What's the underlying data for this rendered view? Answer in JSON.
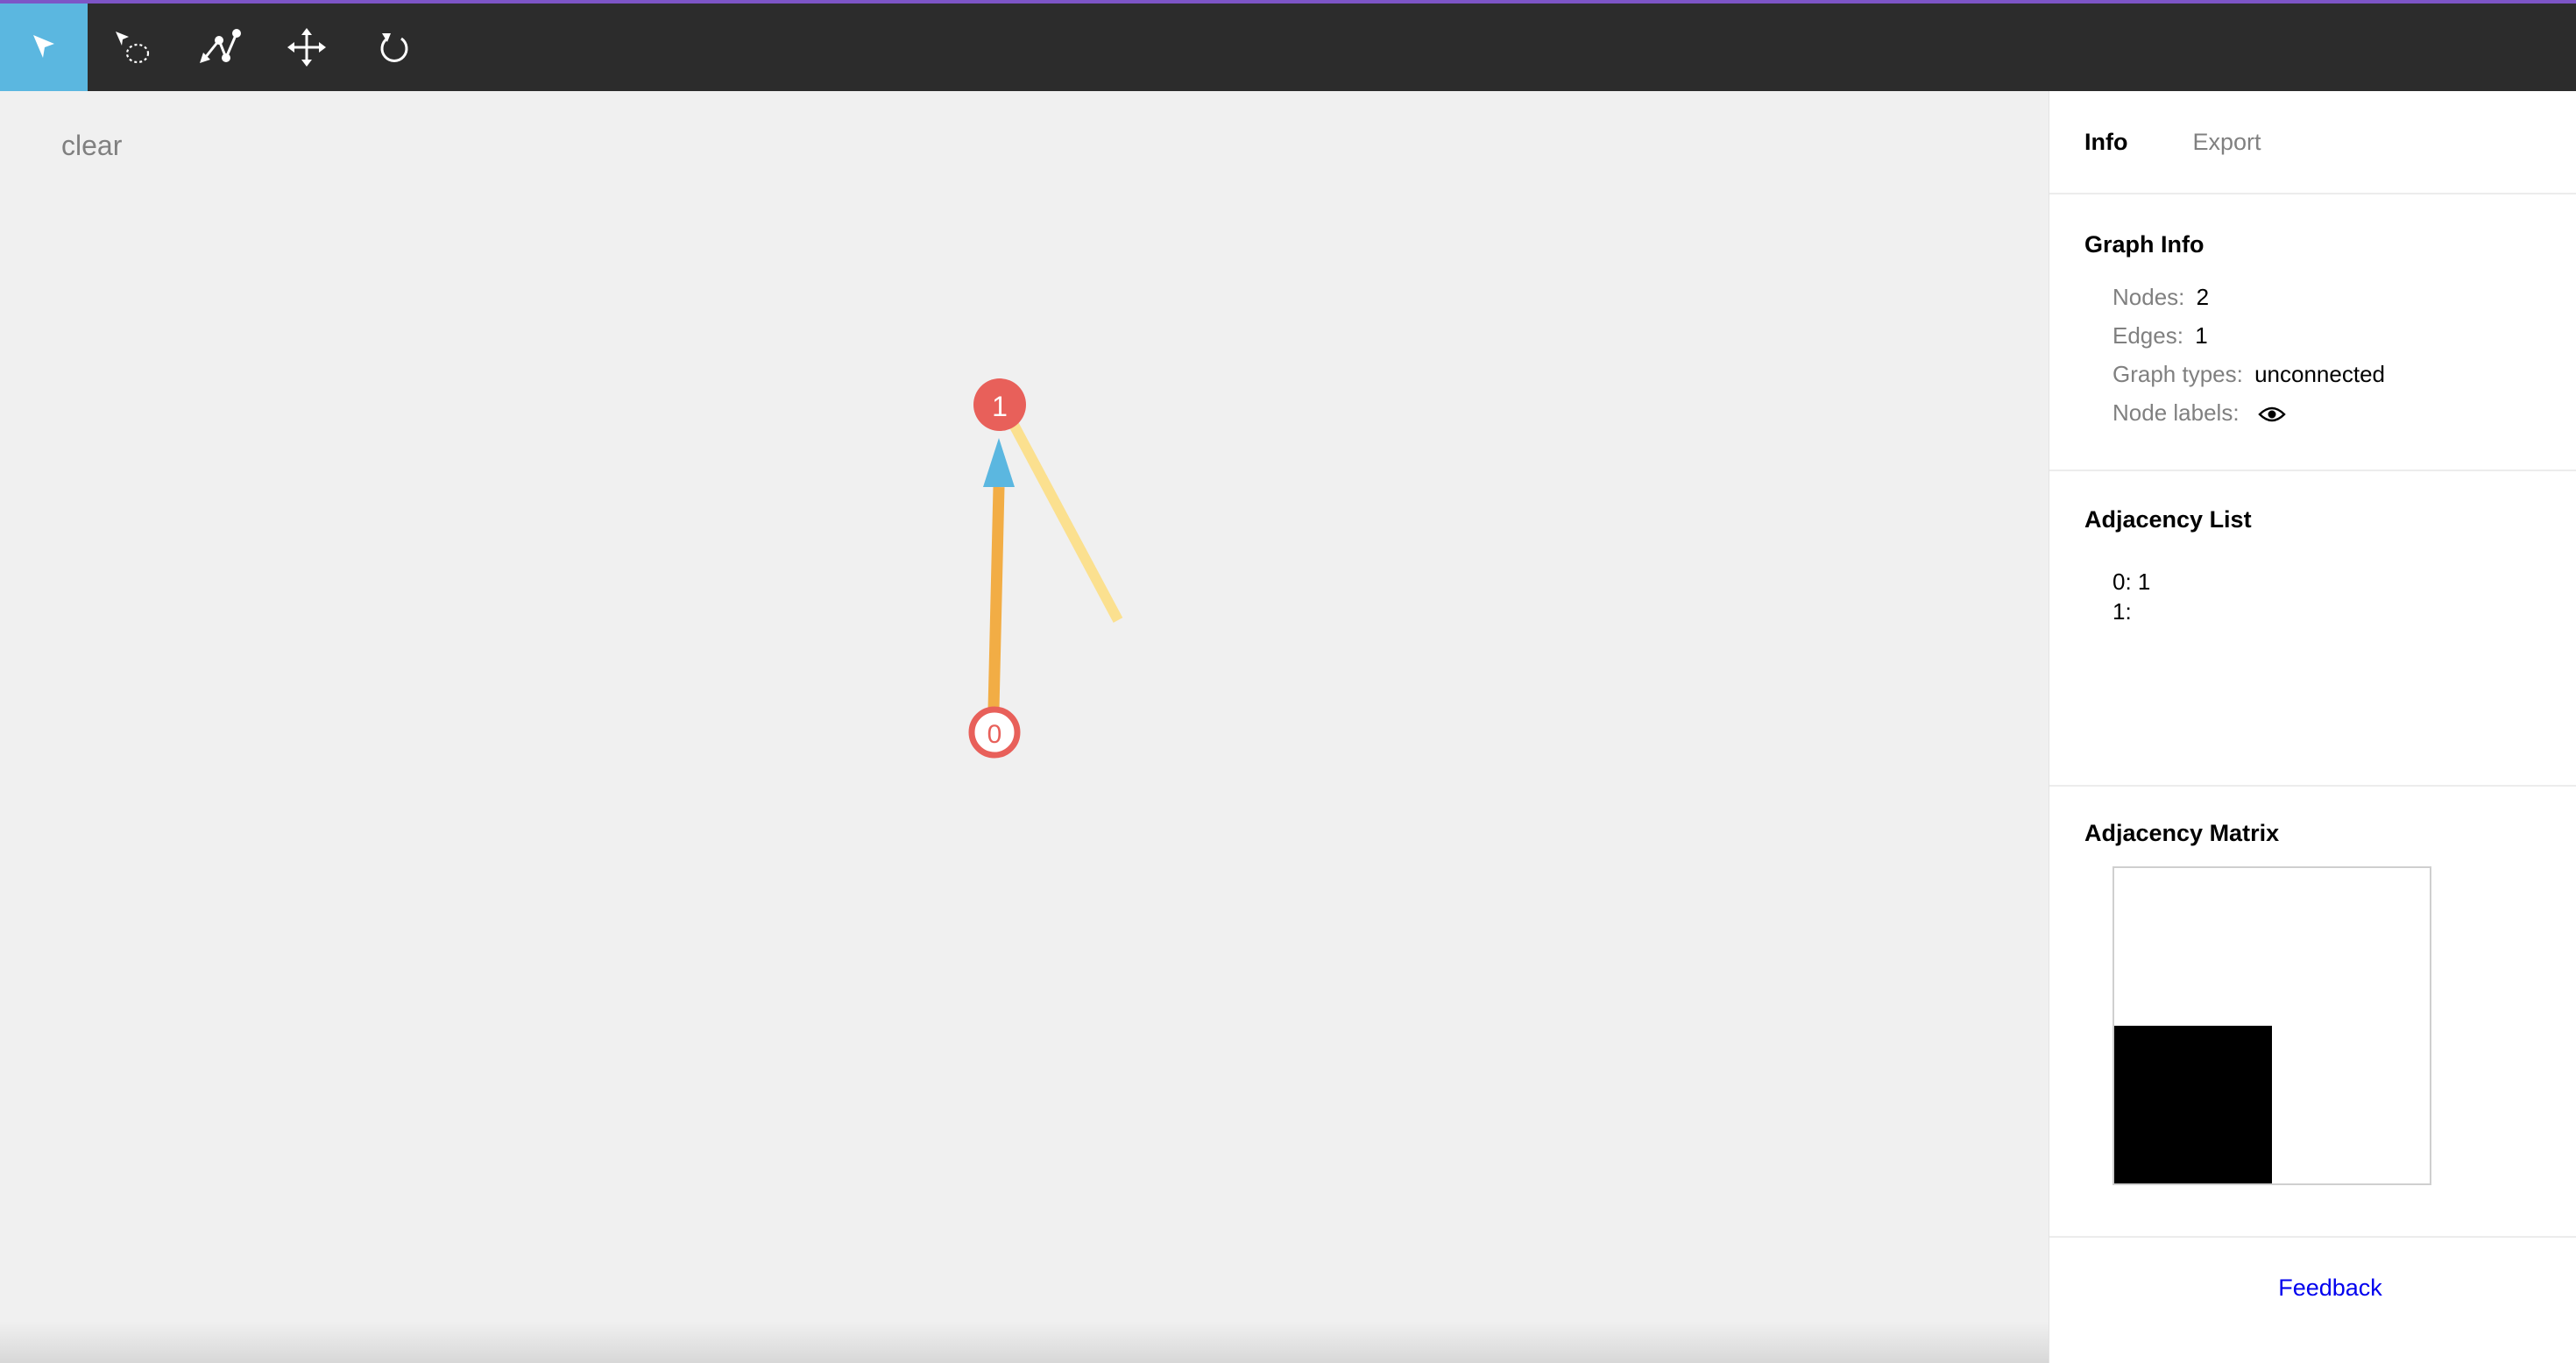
{
  "toolbar": {
    "tools": [
      {
        "name": "select",
        "icon": "pointer-arrow-icon",
        "active": true
      },
      {
        "name": "lasso",
        "icon": "lasso-select-icon",
        "active": false
      },
      {
        "name": "graph-edit",
        "icon": "graph-nodes-icon",
        "active": false
      },
      {
        "name": "move",
        "icon": "move-arrows-icon",
        "active": false
      },
      {
        "name": "reset",
        "icon": "rotate-icon",
        "active": false
      }
    ]
  },
  "canvas": {
    "clear_label": "clear",
    "nodes": [
      {
        "id": "0",
        "style": "outlined"
      },
      {
        "id": "1",
        "style": "filled"
      }
    ],
    "edges": [
      {
        "from": "0",
        "to": "1",
        "directed": true
      }
    ],
    "colors": {
      "node": "#e8605a",
      "edge": "#f2ad45",
      "arrow": "#5bb7e0",
      "pending_edge": "#fbe08f"
    }
  },
  "panel": {
    "tabs": [
      {
        "label": "Info",
        "active": true
      },
      {
        "label": "Export",
        "active": false
      }
    ],
    "graph_info": {
      "title": "Graph Info",
      "nodes_label": "Nodes:",
      "nodes_value": "2",
      "edges_label": "Edges:",
      "edges_value": "1",
      "types_label": "Graph types:",
      "types_value": "unconnected",
      "node_labels_label": "Node labels:",
      "node_labels_icon": "eye-icon"
    },
    "adjacency_list": {
      "title": "Adjacency List",
      "rows": [
        "0: 1",
        "1:"
      ]
    },
    "adjacency_matrix": {
      "title": "Adjacency Matrix",
      "cells": [
        [
          0,
          0
        ],
        [
          1,
          0
        ]
      ]
    },
    "feedback_label": "Feedback"
  }
}
